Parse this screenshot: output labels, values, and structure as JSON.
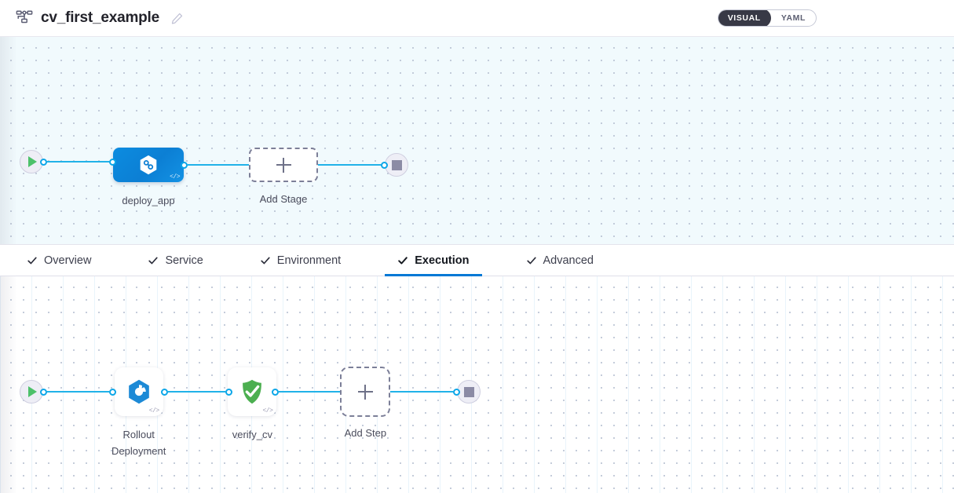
{
  "header": {
    "pipeline_icon": "pipeline-icon",
    "title": "cv_first_example",
    "edit_icon": "edit-pencil-icon",
    "view_toggle": {
      "options": [
        {
          "label": "VISUAL",
          "active": true
        },
        {
          "label": "YAML",
          "active": false
        }
      ]
    }
  },
  "colors": {
    "accent_blue": "#0278d5",
    "link_blue": "#21b2e8",
    "port_blue": "#0ba6e8",
    "stage_node_blue": "#0c7fd4",
    "success_green": "#4dc16a",
    "toggle_dark": "#383946",
    "canvas_stage_bg": "#f1fafd",
    "canvas_step_bg": "#ffffff",
    "dot_grid": "#b9c3d3"
  },
  "stage_canvas": {
    "start_node": {
      "icon": "play-icon",
      "name": "pipeline-start"
    },
    "end_node": {
      "icon": "stop-icon",
      "name": "pipeline-end"
    },
    "nodes": [
      {
        "label": "deploy_app",
        "icon": "harness-deploy-icon",
        "type": "stage",
        "code_marker": "</>"
      }
    ],
    "add_placeholder": {
      "label": "Add Stage",
      "icon": "plus-icon"
    }
  },
  "tabs": [
    {
      "label": "Overview",
      "icon": "check-icon",
      "active": false
    },
    {
      "label": "Service",
      "icon": "check-icon",
      "active": false
    },
    {
      "label": "Environment",
      "icon": "check-icon",
      "active": false
    },
    {
      "label": "Execution",
      "icon": "check-icon",
      "active": true
    },
    {
      "label": "Advanced",
      "icon": "check-icon",
      "active": false
    }
  ],
  "step_canvas": {
    "start_node": {
      "icon": "play-icon",
      "name": "execution-start"
    },
    "end_node": {
      "icon": "stop-icon",
      "name": "execution-end"
    },
    "steps": [
      {
        "label": "Rollout\nDeployment",
        "label_line1": "Rollout",
        "label_line2": "Deployment",
        "icon": "rollout-deployment-icon",
        "code_marker": "</>"
      },
      {
        "label": "verify_cv",
        "icon": "verify-shield-icon",
        "code_marker": "</>"
      }
    ],
    "add_placeholder": {
      "label": "Add Step",
      "icon": "plus-icon"
    }
  }
}
